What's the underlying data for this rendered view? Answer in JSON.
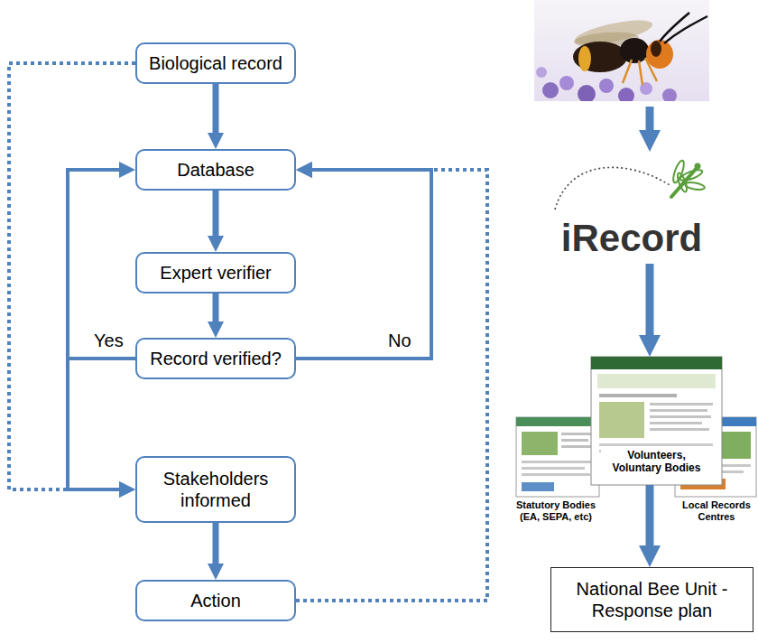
{
  "diagram": {
    "nodes": [
      {
        "text": [
          "Biological record"
        ]
      },
      {
        "text": [
          "Database"
        ]
      },
      {
        "text": [
          "Expert verifier"
        ]
      },
      {
        "text": [
          "Record verified?"
        ]
      },
      {
        "text": [
          "Stakeholders informed"
        ]
      },
      {
        "text": [
          "Action"
        ]
      },
      {
        "text": [
          "iRecord"
        ]
      },
      {
        "text": [
          "Volunteers, Voluntary Bodies"
        ]
      },
      {
        "text": [
          "Statutory Bodies (EA, SEPA, etc)"
        ]
      },
      {
        "text": [
          "Local Records Centres"
        ]
      },
      {
        "text": [
          "National Bee Unit - Response plan"
        ]
      }
    ],
    "edges": [
      {
        "from": 0,
        "to": 1,
        "arrow": "to"
      },
      {
        "from": 1,
        "to": 2,
        "arrow": "to"
      },
      {
        "from": 2,
        "to": 3,
        "arrow": "to"
      },
      {
        "from": 3,
        "to": 1,
        "label": "No",
        "arrow": "to"
      },
      {
        "from": 3,
        "to": 1,
        "arrow": "to"
      },
      {
        "from": 3,
        "to": 4,
        "label": "Yes",
        "arrow": "to"
      },
      {
        "from": 0,
        "to": 4,
        "arrow": "to"
      },
      {
        "from": 4,
        "to": 5,
        "arrow": "to"
      },
      {
        "from": 5,
        "to": 1,
        "arrow": "to"
      },
      {
        "from": 6,
        "to": 7,
        "arrow": "to"
      },
      {
        "from": 7,
        "to": 10,
        "arrow": "to"
      }
    ]
  }
}
